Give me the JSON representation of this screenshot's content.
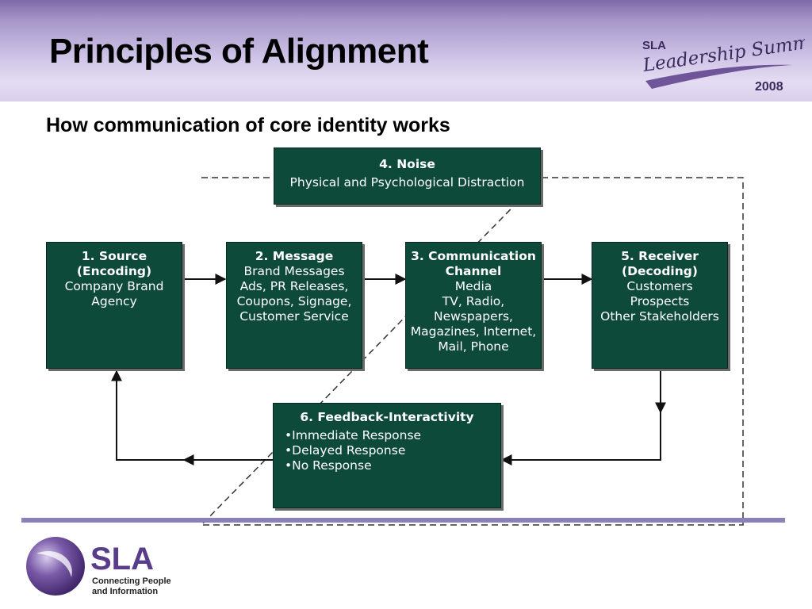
{
  "header": {
    "title": "Principles of Alignment",
    "logo": {
      "sla": "SLA",
      "text": "Leadership Summit",
      "year": "2008"
    }
  },
  "subtitle": "How communication of core identity works",
  "diagram": {
    "noise": {
      "heading": "4. Noise",
      "detail": "Physical and Psychological Distraction"
    },
    "source": {
      "heading": [
        "1. Source",
        "(Encoding)"
      ],
      "lines": [
        "Company Brand",
        "Agency"
      ]
    },
    "message": {
      "heading": [
        "2. Message"
      ],
      "lines": [
        "Brand Messages",
        "Ads, PR Releases,",
        "Coupons, Signage,",
        "Customer Service"
      ]
    },
    "channel": {
      "heading": [
        "3. Communication",
        "Channel"
      ],
      "lines": [
        "Media",
        "TV, Radio,",
        "Newspapers,",
        "Magazines, Internet,",
        "Mail, Phone"
      ]
    },
    "receiver": {
      "heading": [
        "5. Receiver",
        "(Decoding)"
      ],
      "lines": [
        "Customers",
        "Prospects",
        "Other Stakeholders"
      ]
    },
    "feedback": {
      "heading": "6. Feedback-Interactivity",
      "items": [
        "Immediate Response",
        "Delayed Response",
        "No Response"
      ]
    }
  },
  "footer_logo": {
    "name": "SLA",
    "tagline": [
      "Connecting People",
      "and Information"
    ]
  },
  "colors": {
    "box": "#0e4a3a",
    "accent": "#8a80bd",
    "logo_purple": "#5a3d8a"
  }
}
